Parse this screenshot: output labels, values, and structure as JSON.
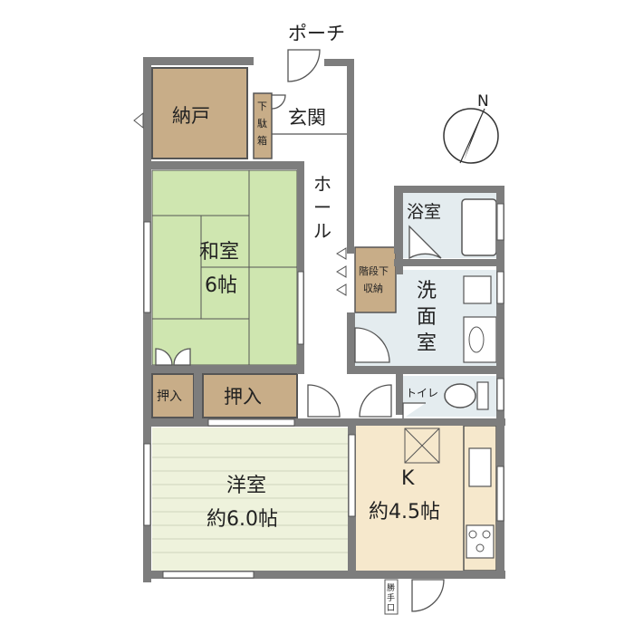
{
  "labels": {
    "porch": "ポーチ",
    "closet": "納戸",
    "shoe_box": "下駄箱",
    "entrance": "玄関",
    "hall": "ホール",
    "japanese_room": "和室",
    "japanese_room_size": "6帖",
    "under_stairs": "階段下収納",
    "bath": "浴室",
    "washroom": "洗面室",
    "toilet": "トイレ",
    "oshiire_small": "押入",
    "oshiire": "押入",
    "western_room": "洋室",
    "western_room_size": "約6.0帖",
    "kitchen": "K",
    "kitchen_size": "約4.5帖",
    "back_door": "勝手口",
    "north": "N"
  },
  "colors": {
    "wall": "#7d7d7d",
    "closet": "#c8ad88",
    "tatami": "#cfe6b0",
    "western_floor": "#eef2dc",
    "kitchen_floor": "#f6e8cc",
    "wet_area": "#e4ecef",
    "hall_floor": "#ffffff"
  }
}
